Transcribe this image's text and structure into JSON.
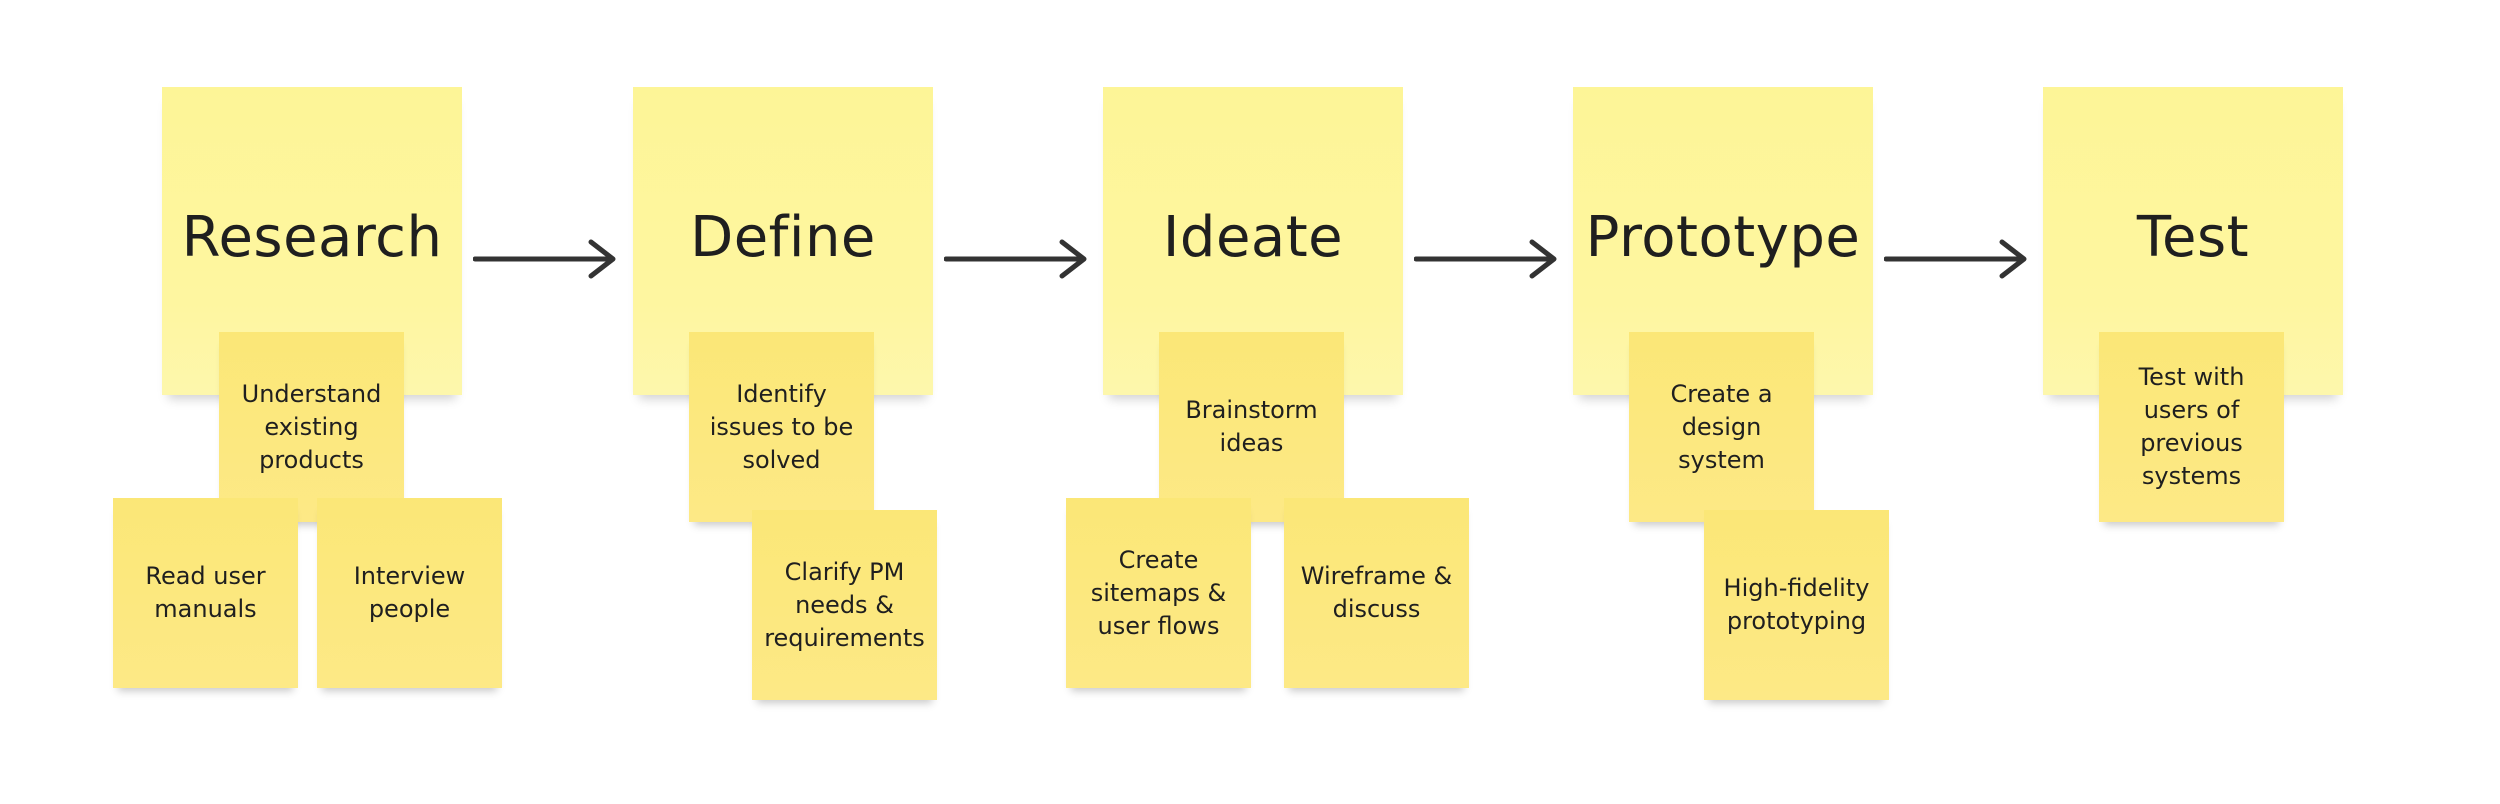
{
  "stages": [
    {
      "title": "Research"
    },
    {
      "title": "Define"
    },
    {
      "title": "Ideate"
    },
    {
      "title": "Prototype"
    },
    {
      "title": "Test"
    }
  ],
  "notes": {
    "research_understand": "Understand\nexisting\nproducts",
    "research_manuals": "Read user\nmanuals",
    "research_interview": "Interview\npeople",
    "define_identify": "Identify\nissues to be\nsolved",
    "define_clarify": "Clarify PM\nneeds &\nrequirements",
    "ideate_brainstorm": "Brainstorm\nideas",
    "ideate_sitemaps": "Create\nsitemaps &\nuser flows",
    "ideate_wireframe": "Wireframe &\ndiscuss",
    "prototype_design_system": "Create a\ndesign\nsystem",
    "prototype_high_fidelity": "High-fidelity\nprototyping",
    "test_users": "Test with\nusers of\nprevious\nsystems"
  },
  "colors": {
    "stage_note": "#fef59c",
    "task_note": "#fce77e",
    "arrow": "#333333"
  }
}
